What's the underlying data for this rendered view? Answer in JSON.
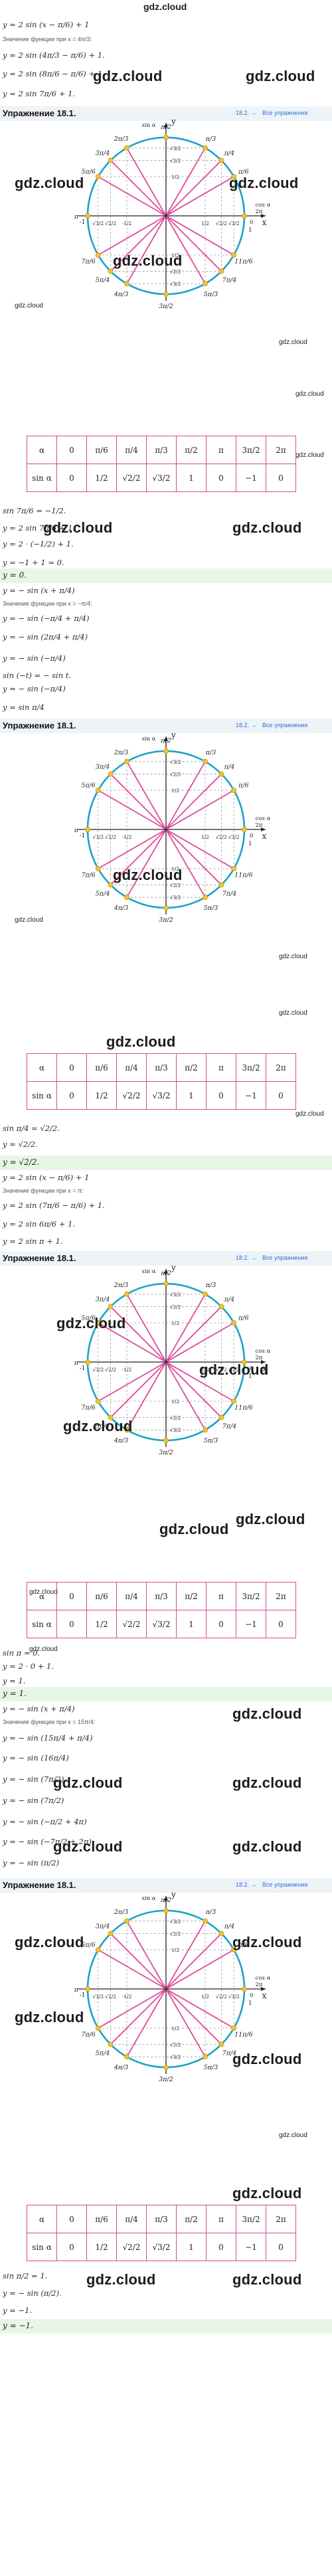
{
  "site": {
    "watermark": "gdz.cloud"
  },
  "exercise": {
    "title": "Упражнение 18.1.",
    "prev_link": "18.2. →",
    "all_link": "Все упражнения"
  },
  "circle_labels": {
    "pi_2": "π/2",
    "two_pi_3": "2π/3",
    "three_pi_4": "3π/4",
    "five_pi_6": "5π/6",
    "pi": "π",
    "seven_pi_6": "7π/6",
    "five_pi_4": "5π/4",
    "four_pi_3": "4π/3",
    "three_pi_2": "3π/2",
    "pi_3": "π/3",
    "pi_4": "π/4",
    "pi_6": "π/6",
    "eleven_pi_6": "11π/6",
    "seven_pi_4": "7π/4",
    "five_pi_3": "5π/3",
    "zero": "0",
    "two_pi": "2π",
    "one": "1",
    "minus_one": "-1",
    "cos_axis": "cos α",
    "x_axis": "x",
    "y_axis": "y",
    "sin_axis": "sin α",
    "half": "1/2",
    "minus_half": "-1/2",
    "rt2": "√2/2",
    "rt3": "√3/2"
  },
  "table": {
    "row1": [
      "α",
      "0",
      "π/6",
      "π/4",
      "π/3",
      "π/2",
      "π",
      "3π/2",
      "2π"
    ],
    "row2": [
      "sin α",
      "0",
      "1/2",
      "√2/2",
      "√3/2",
      "1",
      "0",
      "−1",
      "0"
    ]
  },
  "section1": {
    "lines": [
      "y = 2 sin (x − π/6) + 1",
      "Значение функции при x = 4π/3:",
      "y = 2 sin (4π/3 − π/6) + 1.",
      "y = 2 sin (8π/6 − π/6) + 1.",
      "y = 2 sin 7π/6 + 1."
    ]
  },
  "section2": {
    "lines": [
      "sin 7π/6 = −1/2.",
      "y = 2 sin 7π/6 + 1.",
      "y = 2 · (−1/2) + 1.",
      "y = −1 + 1 = 0."
    ],
    "answer": "y = 0.",
    "lines2": [
      "y = − sin (x + π/4)",
      "Значение функции при x = −π/4:",
      "y = − sin (−π/4 + π/4)",
      "y = − sin (2π/4 + π/4)",
      "y = − sin (−π/4)",
      "sin (−t) = − sin t.",
      "y = − sin (−π/4)",
      "y = sin π/4"
    ]
  },
  "section3": {
    "lines": [
      "sin π/4 = √2/2.",
      "y = √2/2."
    ],
    "answer": "y = √2/2.",
    "lines2": [
      "y = 2 sin (x − π/6) + 1",
      "Значение функции при x = π:",
      "y = 2 sin (7π/6 − π/6) + 1.",
      "y = 2 sin 6π/6 + 1.",
      "y = 2 sin π + 1."
    ]
  },
  "section4": {
    "lines": [
      "sin π = 0.",
      "y = 2 · 0 + 1.",
      "y = 1."
    ],
    "answer": "y = 1.",
    "lines2": [
      "y = − sin (x + π/4)",
      "Значение функции при x = 15π/4:",
      "y = − sin (15π/4 + π/4)",
      "y = − sin (16π/4)",
      "y = − sin (7π/2)",
      "y = − sin (7π/2)",
      "y = − sin (−π/2 + 4π)",
      "y = − sin (−7π/2 + 2π)",
      "y = − sin (π/2)"
    ]
  },
  "section5": {
    "lines": [
      "sin π/2 = 1.",
      "y = − sin (π/2).",
      "y = −1."
    ],
    "answer": "y = −1."
  }
}
